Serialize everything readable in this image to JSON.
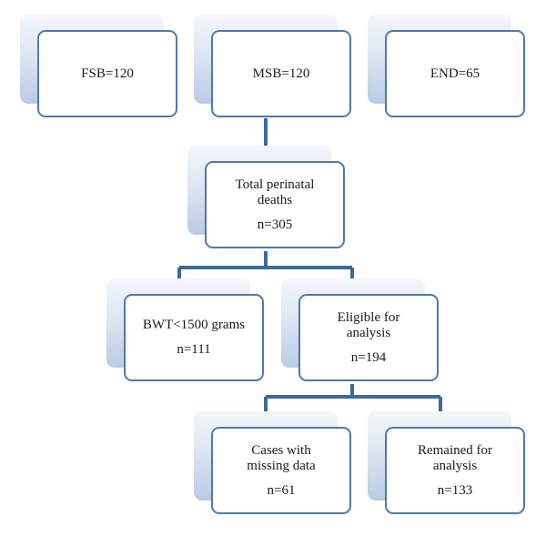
{
  "nodes": {
    "fsb": {
      "label": "FSB=120"
    },
    "msb": {
      "label": "MSB=120"
    },
    "end": {
      "label": "END=65"
    },
    "total": {
      "label": "Total perinatal\ndeaths",
      "count": "n=305"
    },
    "bwt": {
      "label": "BWT<1500 grams",
      "count": "n=111"
    },
    "eligible": {
      "label": "Eligible for\nanalysis",
      "count": "n=194"
    },
    "missing": {
      "label": "Cases with\nmissing data",
      "count": "n=61"
    },
    "remained": {
      "label": "Remained for\nanalysis",
      "count": "n=133"
    }
  },
  "colors": {
    "connector": "#3b68a0",
    "border": "#4f79ab"
  }
}
